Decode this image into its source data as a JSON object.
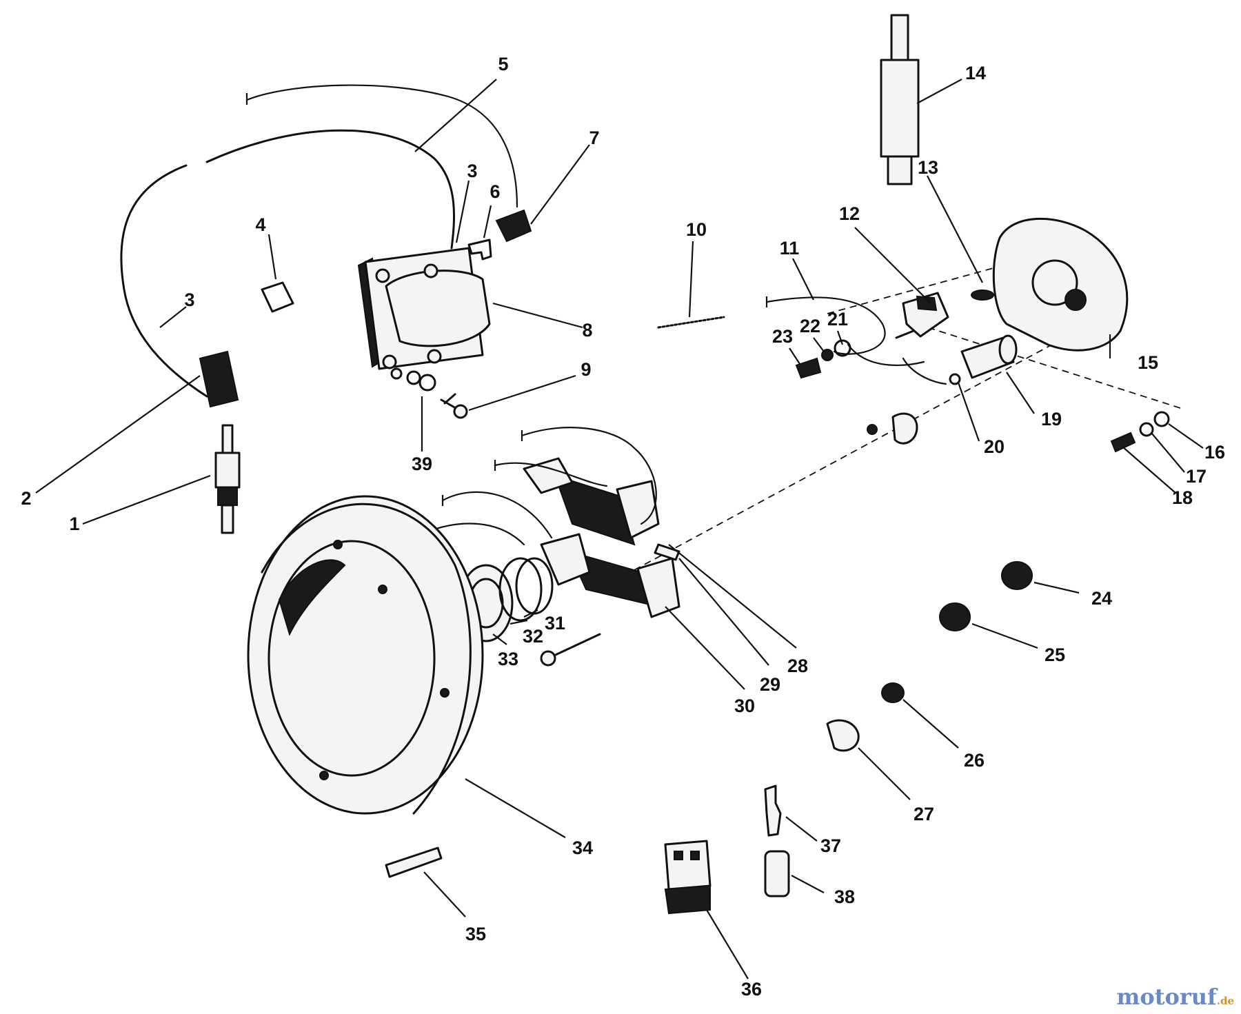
{
  "diagram": {
    "callouts": [
      "1",
      "2",
      "3",
      "3",
      "4",
      "5",
      "6",
      "7",
      "8",
      "9",
      "10",
      "11",
      "12",
      "13",
      "14",
      "15",
      "16",
      "17",
      "18",
      "19",
      "20",
      "21",
      "22",
      "23",
      "24",
      "25",
      "26",
      "27",
      "28",
      "29",
      "30",
      "31",
      "32",
      "33",
      "34",
      "35",
      "36",
      "37",
      "38",
      "39"
    ]
  },
  "watermark": {
    "main": "motoruf",
    "sub": ".de"
  },
  "colors": {
    "ink": "#111111",
    "watermark_main": "#6a89c7",
    "watermark_sub": "#d9902b"
  }
}
